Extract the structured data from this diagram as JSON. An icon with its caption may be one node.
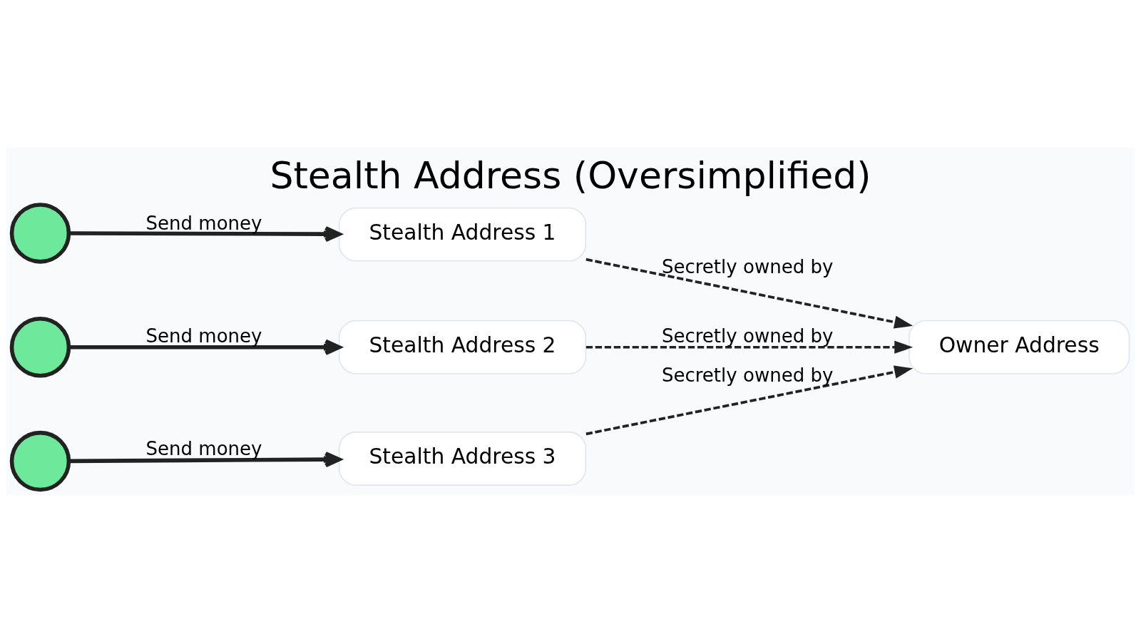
{
  "diagram": {
    "title": "Stealth Address (Oversimplified)",
    "nodes": [
      {
        "text": [],
        "shape": "person"
      },
      {
        "text": [],
        "shape": "person"
      },
      {
        "text": [],
        "shape": "person"
      },
      {
        "text": [
          "Stealth Address 1"
        ]
      },
      {
        "text": [
          "Stealth Address 2"
        ]
      },
      {
        "text": [
          "Stealth Address 3"
        ]
      },
      {
        "text": [
          "Owner Address"
        ]
      }
    ],
    "edges": [
      {
        "from": 0,
        "to": 3,
        "arrow": "to",
        "label": "Send money"
      },
      {
        "from": 1,
        "to": 4,
        "arrow": "to",
        "label": "Send money"
      },
      {
        "from": 2,
        "to": 5,
        "arrow": "to",
        "label": "Send money"
      },
      {
        "from": 3,
        "to": 6,
        "arrow": "to",
        "label": "Secretly owned by",
        "style": "dashed"
      },
      {
        "from": 4,
        "to": 6,
        "arrow": "to",
        "label": "Secretly owned by",
        "style": "dashed"
      },
      {
        "from": 5,
        "to": 6,
        "arrow": "to",
        "label": "Secretly owned by",
        "style": "dashed"
      }
    ]
  }
}
